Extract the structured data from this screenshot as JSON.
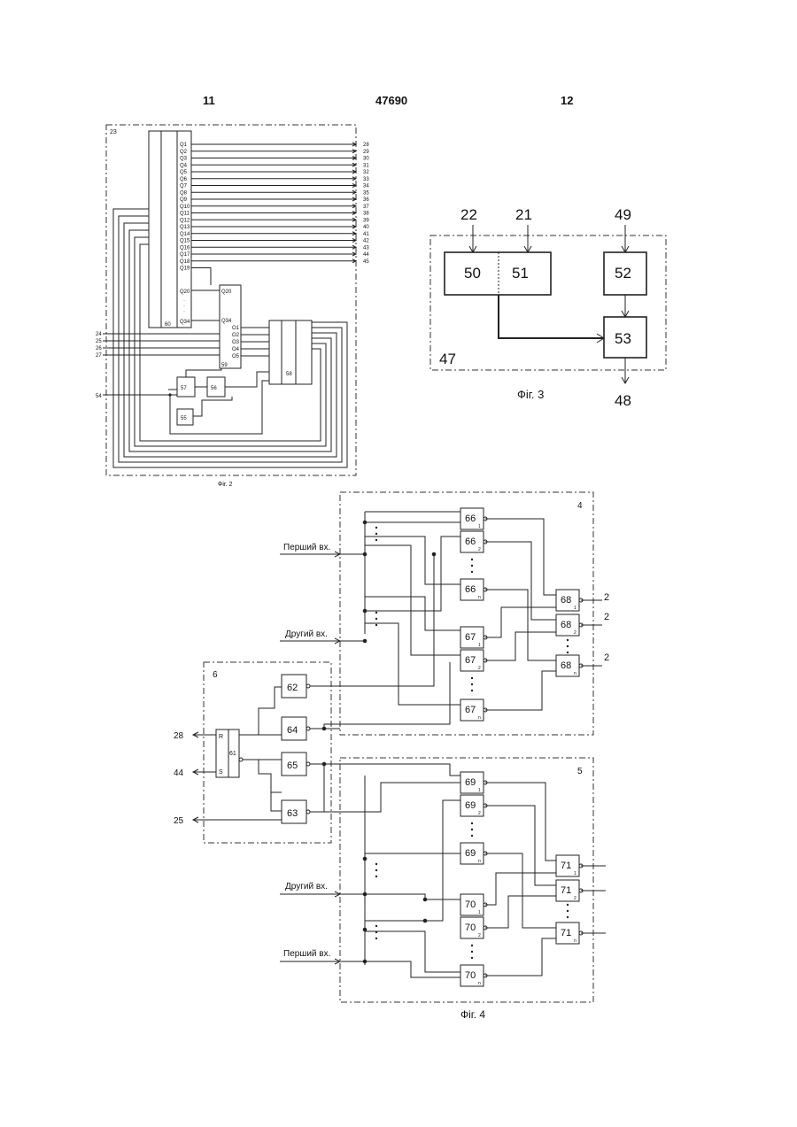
{
  "header": {
    "left_page": "11",
    "patent": "47690",
    "right_page": "12"
  },
  "fig2": {
    "frame_label": "23",
    "register_label": "60",
    "q_outputs": [
      "Q1",
      "Q2",
      "Q3",
      "Q4",
      "Q5",
      "Q6",
      "Q7",
      "Q8",
      "Q9",
      "Q10",
      "Q11",
      "Q12",
      "Q13",
      "Q14",
      "Q15",
      "Q16",
      "Q17",
      "Q18",
      "Q19",
      "Q20",
      "Q34"
    ],
    "out_nums": [
      "28",
      "29",
      "30",
      "31",
      "32",
      "33",
      "34",
      "35",
      "36",
      "37",
      "38",
      "39",
      "40",
      "41",
      "42",
      "43",
      "44",
      "45"
    ],
    "block59": {
      "label": "59",
      "q20": "Q20",
      "q34": "Q34",
      "outs": [
        "O1",
        "O2",
        "O3",
        "O4",
        "O5"
      ]
    },
    "block58": {
      "label": "58",
      "ins": [
        "01",
        "02",
        "03",
        "04",
        "05"
      ]
    },
    "inputs": [
      "24",
      "25",
      "26",
      "27"
    ],
    "in54": "54",
    "b57": "57",
    "b56": "56",
    "b55": "55",
    "caption": "Фіг. 2"
  },
  "fig3": {
    "in22": "22",
    "in21": "21",
    "in49": "49",
    "b50": "50",
    "b51": "51",
    "b52": "52",
    "b53": "53",
    "frame": "47",
    "out": "48",
    "caption": "Фіг. 3"
  },
  "fig4": {
    "frame4": "4",
    "frame5": "5",
    "frame6": "6",
    "first_in": "Перший вх.",
    "second_in": "Другий вх.",
    "b62": "62",
    "b63": "63",
    "b64": "64",
    "b65": "65",
    "b61": "61",
    "r": "R",
    "s": "S",
    "in28": "28",
    "in44": "44",
    "in25": "25",
    "b66": "66",
    "b67": "67",
    "b68": "68",
    "b69": "69",
    "b70": "70",
    "b71": "71",
    "sub1": "1",
    "sub2": "2",
    "subn": "n",
    "out2": "2",
    "caption": "Фіг. 4"
  }
}
